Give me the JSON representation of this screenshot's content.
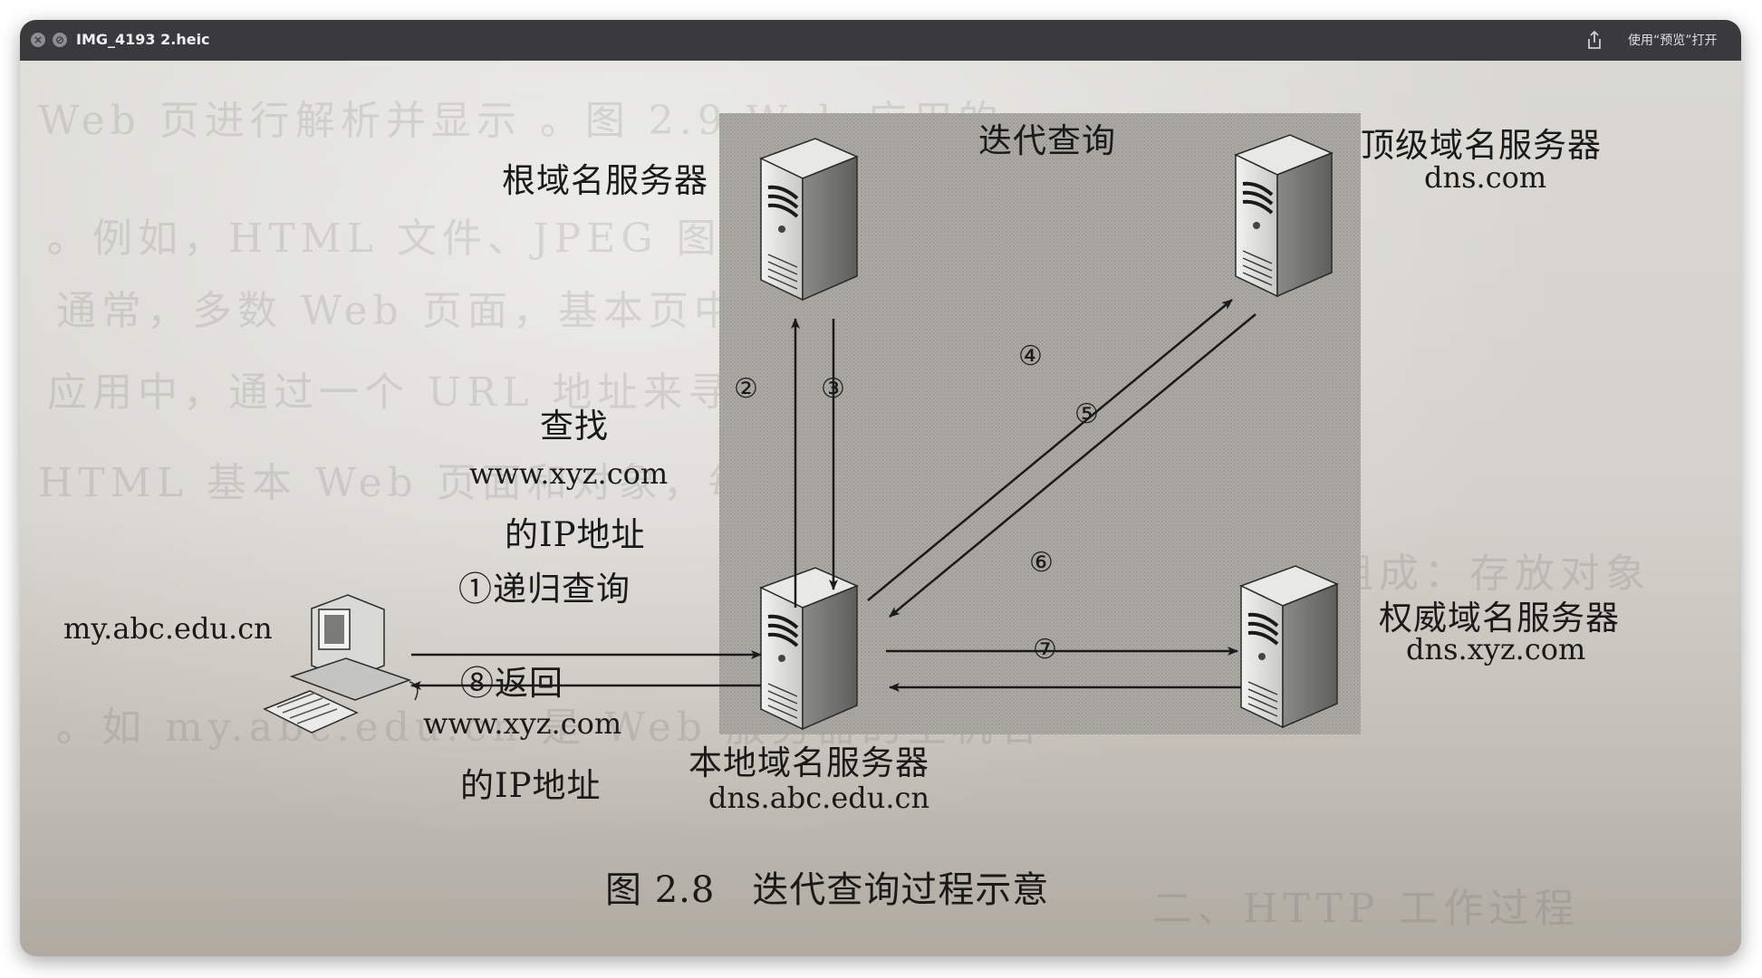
{
  "window": {
    "title": "IMG_4193 2.heic",
    "open_with": "使用“预览”打开",
    "close_glyph": "×",
    "fullscreen_glyph": "⊘"
  },
  "diagram": {
    "center_label": "迭代查询",
    "root_server": {
      "name": "根域名服务器"
    },
    "tld_server": {
      "name": "顶级域名服务器",
      "domain": "dns.com"
    },
    "authoritative_server": {
      "name": "权威域名服务器",
      "domain": "dns.xyz.com"
    },
    "local_server": {
      "name": "本地域名服务器",
      "domain": "dns.abc.edu.cn"
    },
    "host": {
      "domain": "my.abc.edu.cn"
    },
    "query_text": {
      "line1": "查找",
      "line2": "www.xyz.com",
      "line3": "的IP地址",
      "line4": "①递归查询"
    },
    "return_text": {
      "line1": "⑧返回",
      "line2": "www.xyz.com",
      "line3": "的IP地址"
    },
    "steps": {
      "s2": "②",
      "s3": "③",
      "s4": "④",
      "s5": "⑤",
      "s6": "⑥",
      "s7": "⑦"
    },
    "caption": "图 2.8　迭代查询过程示意"
  },
  "colors": {
    "titlebar": "#3a3a3c",
    "shaded_box": "#a9a7a2",
    "ink": "#1a1a1a"
  }
}
